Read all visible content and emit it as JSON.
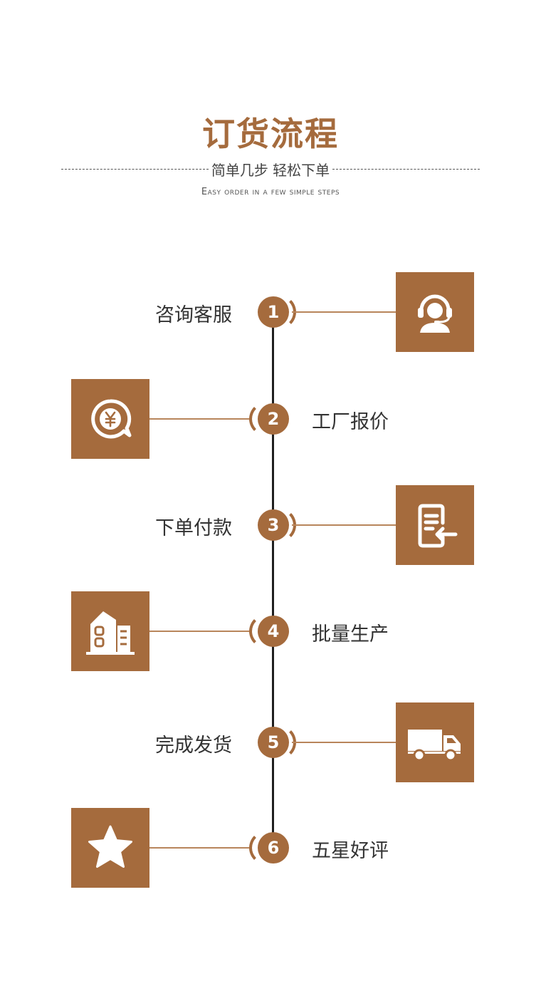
{
  "header": {
    "title": "订货流程",
    "subtitle": "简单几步 轻松下单",
    "subtitle_en": "Easy order in a few simple steps"
  },
  "colors": {
    "accent": "#a56b3d",
    "line": "#1f1f1f",
    "text": "#333333"
  },
  "steps": [
    {
      "number": "1",
      "label": "咨询客服",
      "icon": "customer-service-headset-icon"
    },
    {
      "number": "2",
      "label": "工厂报价",
      "icon": "yuan-price-chat-icon"
    },
    {
      "number": "3",
      "label": "下单付款",
      "icon": "order-document-icon"
    },
    {
      "number": "4",
      "label": "批量生产",
      "icon": "factory-building-icon"
    },
    {
      "number": "5",
      "label": "完成发货",
      "icon": "delivery-truck-icon"
    },
    {
      "number": "6",
      "label": "五星好评",
      "icon": "star-icon"
    }
  ]
}
